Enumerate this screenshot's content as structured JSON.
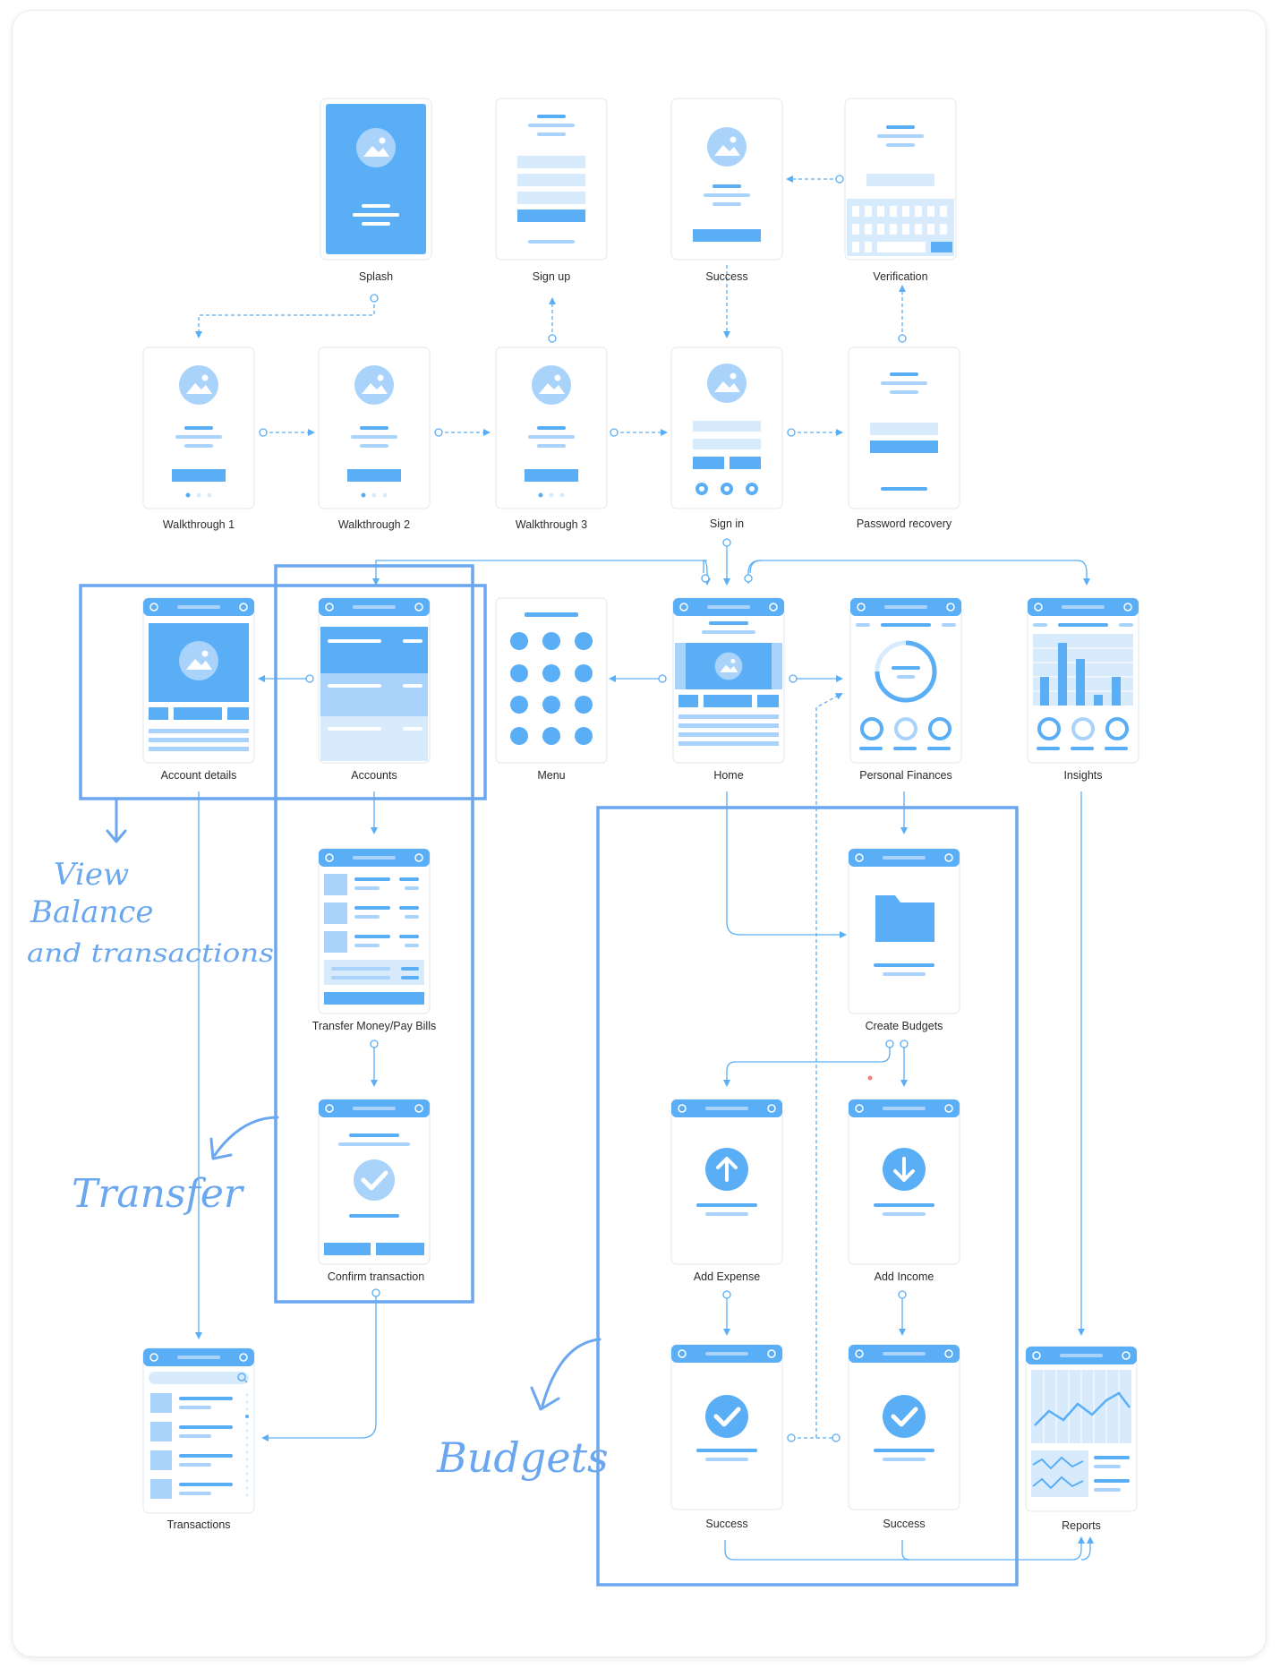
{
  "screens": {
    "splash": "Splash",
    "sign_up": "Sign up",
    "success_top": "Success",
    "verification": "Verification",
    "walkthrough_1": "Walkthrough 1",
    "walkthrough_2": "Walkthrough 2",
    "walkthrough_3": "Walkthrough 3",
    "sign_in": "Sign in",
    "password_recovery": "Password recovery",
    "account_details": "Account details",
    "accounts": "Accounts",
    "menu": "Menu",
    "home": "Home",
    "personal_finances": "Personal Finances",
    "insights": "Insights",
    "transfer_money": "Transfer Money/Pay Bills",
    "create_budgets": "Create Budgets",
    "confirm_transaction": "Confirm transaction",
    "add_expense": "Add Expense",
    "add_income": "Add Income",
    "transactions": "Transactions",
    "success_expense": "Success",
    "success_income": "Success",
    "reports": "Reports"
  },
  "annotations": {
    "view_line1": "View",
    "view_line2": "Balance",
    "view_line3": "and transactions",
    "transfer": "Transfer",
    "budgets": "Budgets"
  },
  "colors": {
    "primary": "#5aaef5",
    "light": "#a9d3fb",
    "pale": "#d8ebfd",
    "highlight": "#6aa7ef"
  }
}
